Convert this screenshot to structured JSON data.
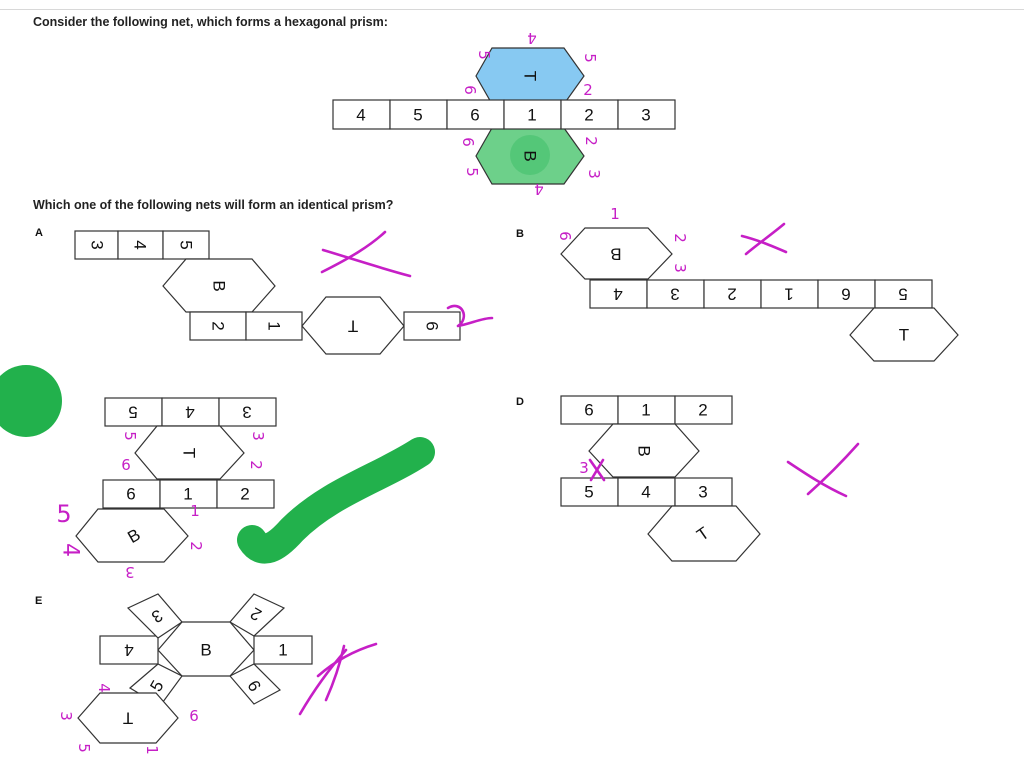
{
  "question": {
    "intro": "Consider the following net, which forms a hexagonal prism:",
    "prompt": "Which one of the following nets will form an identical prism?"
  },
  "reference_net": {
    "faces": [
      "4",
      "5",
      "6",
      "1",
      "2",
      "3"
    ],
    "top_hex": "T",
    "bottom_hex": "B",
    "marks_top": [
      "5",
      "4",
      "5",
      "6",
      "2"
    ],
    "marks_bottom": [
      "6",
      "2",
      "5",
      "3",
      "4"
    ]
  },
  "options": [
    {
      "letter": "A",
      "strip_top": [
        "3",
        "4",
        "5"
      ],
      "hex_mid": "B",
      "strip_bottom": [
        "2",
        "1"
      ],
      "hex_side": "T",
      "end_face": "6",
      "verdict": "cross"
    },
    {
      "letter": "B",
      "hex_top": "B",
      "strip": [
        "4",
        "3",
        "2",
        "1",
        "6",
        "5"
      ],
      "hex_bottom": "T",
      "marks": [
        "6",
        "1",
        "2",
        "3"
      ],
      "verdict": "cross"
    },
    {
      "letter": "",
      "strip_top": [
        "5",
        "4",
        "3"
      ],
      "hex_mid": "T",
      "strip_mid": [
        "6",
        "1",
        "2"
      ],
      "hex_bottom": "B",
      "marks": [
        "5",
        "3",
        "6",
        "2",
        "1",
        "5",
        "4",
        "2",
        "3"
      ],
      "verdict": "tick"
    },
    {
      "letter": "D",
      "strip_top": [
        "6",
        "1",
        "2"
      ],
      "hex_mid": "B",
      "strip_bottom": [
        "5",
        "4",
        "3"
      ],
      "hex_bottom": "T",
      "marks": [
        "3"
      ],
      "verdict": "cross"
    },
    {
      "letter": "E",
      "center_hex": "B",
      "left_face": "4",
      "right_face": "1",
      "upper_faces": [
        "3",
        "2"
      ],
      "lower_faces": [
        "5",
        "6"
      ],
      "hex_bottom": "T",
      "marks": [
        "4",
        "6",
        "3",
        "1",
        "5"
      ],
      "verdict": "cross"
    }
  ],
  "colors": {
    "top_hex_fill": "#87c9f2",
    "bottom_hex_fill": "#6dd08a",
    "annotation": "#c61fc6",
    "tick_mark": "#22b14c"
  }
}
